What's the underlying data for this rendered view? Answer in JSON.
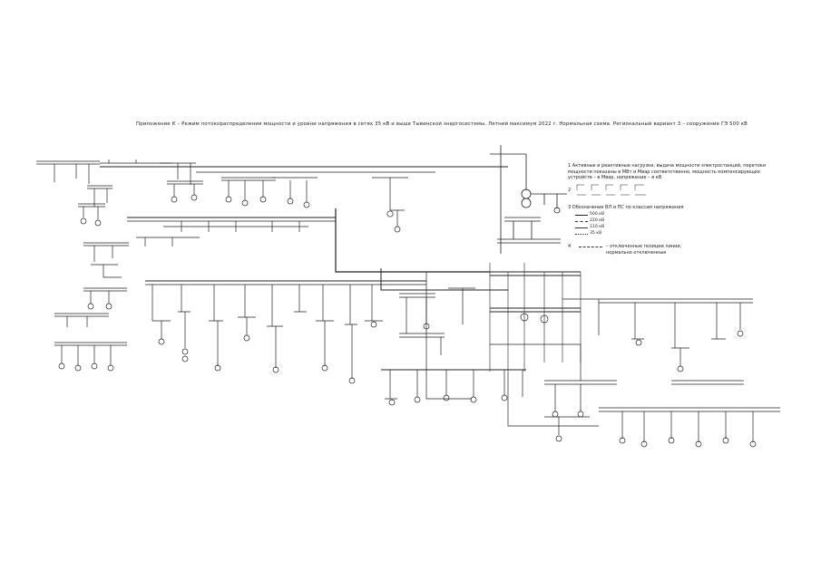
{
  "diagram": {
    "title": "Приложение К – Режим потокораспределения мощности и уровни напряжения в сетях 35 кВ и выше Тывинской энергосистемы. Летний максимум 2022 г. Нормальная схема. Региональный вариант 3 – сооружение ГЭ 500 кВ",
    "legend": {
      "item1": "1 Активные и реактивные нагрузки, выдача мощности электростанций, перетоки мощности показаны в МВт и Мвар соответственно, мощность компенсирующих устройств – в Мвар, напряжение – в кВ",
      "item2": "2",
      "item3": "3 Обозначение ВЛ и ПС по классам напряжения",
      "voltage_classes": [
        "500 кВ",
        "220 кВ",
        "110 кВ",
        "35 кВ"
      ],
      "item4_num": "4",
      "item4": "– отключенные позиции линии, нормально отключенные"
    }
  }
}
